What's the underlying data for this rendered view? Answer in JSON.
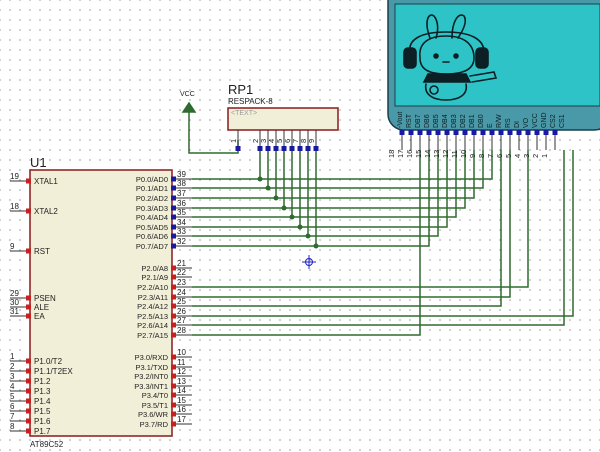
{
  "colors": {
    "wire": "#2f6b2f",
    "body": "#f2efd8",
    "outline": "#8b1a1a",
    "pin_end": "#1a1aa0",
    "pin_red": "#c82020",
    "lcd_bg": "#4a99a8",
    "lcd_screen": "#2ec4c7"
  },
  "mcu": {
    "ref": "U1",
    "part": "AT89C52",
    "left_pins": [
      {
        "num": "19",
        "name": "XTAL1"
      },
      {
        "num": "18",
        "name": "XTAL2"
      },
      {
        "num": "9",
        "name": "RST"
      },
      {
        "num": "29",
        "name": "PSEN"
      },
      {
        "num": "30",
        "name": "ALE"
      },
      {
        "num": "31",
        "name": "EA"
      },
      {
        "num": "1",
        "name": "P1.0/T2"
      },
      {
        "num": "2",
        "name": "P1.1/T2EX"
      },
      {
        "num": "3",
        "name": "P1.2"
      },
      {
        "num": "4",
        "name": "P1.3"
      },
      {
        "num": "5",
        "name": "P1.4"
      },
      {
        "num": "6",
        "name": "P1.5"
      },
      {
        "num": "7",
        "name": "P1.6"
      },
      {
        "num": "8",
        "name": "P1.7"
      }
    ],
    "right_pins": [
      {
        "num": "39",
        "name": "P0.0/AD0"
      },
      {
        "num": "38",
        "name": "P0.1/AD1"
      },
      {
        "num": "37",
        "name": "P0.2/AD2"
      },
      {
        "num": "36",
        "name": "P0.3/AD3"
      },
      {
        "num": "35",
        "name": "P0.4/AD4"
      },
      {
        "num": "34",
        "name": "P0.5/AD5"
      },
      {
        "num": "33",
        "name": "P0.6/AD6"
      },
      {
        "num": "32",
        "name": "P0.7/AD7"
      },
      {
        "num": "21",
        "name": "P2.0/A8"
      },
      {
        "num": "22",
        "name": "P2.1/A9"
      },
      {
        "num": "23",
        "name": "P2.2/A10"
      },
      {
        "num": "24",
        "name": "P2.3/A11"
      },
      {
        "num": "25",
        "name": "P2.4/A12"
      },
      {
        "num": "26",
        "name": "P2.5/A13"
      },
      {
        "num": "27",
        "name": "P2.6/A14"
      },
      {
        "num": "28",
        "name": "P2.7/A15"
      },
      {
        "num": "10",
        "name": "P3.0/RXD"
      },
      {
        "num": "11",
        "name": "P3.1/TXD"
      },
      {
        "num": "12",
        "name": "P3.2/INT0"
      },
      {
        "num": "13",
        "name": "P3.3/INT1"
      },
      {
        "num": "14",
        "name": "P3.4/T0"
      },
      {
        "num": "15",
        "name": "P3.5/T1"
      },
      {
        "num": "16",
        "name": "P3.6/WR"
      },
      {
        "num": "17",
        "name": "P3.7/RD"
      }
    ]
  },
  "rp1": {
    "ref": "RP1",
    "part": "RESPACK-8",
    "text_placeholder": "<TEXT>",
    "pins": [
      "1",
      "2",
      "3",
      "4",
      "5",
      "6",
      "7",
      "8",
      "9"
    ]
  },
  "vcc": {
    "label": "VCC"
  },
  "lcd": {
    "pin_names": [
      "-Vout",
      "RST",
      "DB7",
      "DB6",
      "DB5",
      "DB4",
      "DB3",
      "DB2",
      "DB1",
      "DB0",
      "E",
      "R/W",
      "RS",
      "DI",
      "VO",
      "VCC",
      "GND",
      "CS2",
      "CS1"
    ],
    "pin_nums": [
      "18",
      "17",
      "16",
      "15",
      "14",
      "13",
      "12",
      "11",
      "10",
      "9",
      "8",
      "7",
      "6",
      "5",
      "4",
      "3",
      "2",
      "1"
    ]
  }
}
